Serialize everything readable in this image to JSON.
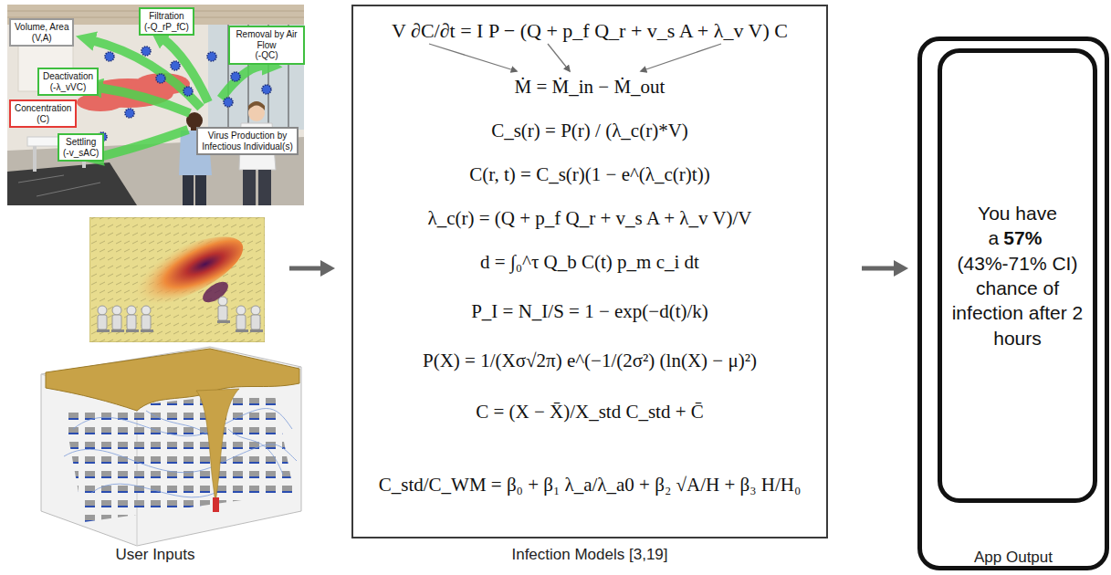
{
  "diagram": {
    "nodes": [
      {
        "text": [
          "User Inputs"
        ]
      },
      {
        "text": [
          "Volume, Area",
          "(V,A)"
        ],
        "in": 0
      },
      {
        "text": [
          "Filtration",
          "(-Q_rP_fC)"
        ],
        "in": 0
      },
      {
        "text": [
          "Removal by Air Flow",
          "(-QC)"
        ],
        "in": 0
      },
      {
        "text": [
          "Deactivation",
          "(-λ_vVC)"
        ],
        "in": 0
      },
      {
        "text": [
          "Concentration",
          "(C)"
        ],
        "in": 0
      },
      {
        "text": [
          "Settling",
          "(-v_sAC)"
        ],
        "in": 0
      },
      {
        "text": [
          "Virus Production by Infectious Individual(s)"
        ],
        "in": 0
      },
      {
        "text": [
          "V ∂C/∂t = I P − (Q + p_f Q_r + v_s A + λ_v V) C",
          "Ṁ = Ṁ_in − Ṁ_out",
          "C_s(r) = P(r) / (λ_c(r)*V)",
          "C(r, t) = C_s(r)(1 − e^(λ_c(r)t))",
          "λ_c(r) = (Q + p_f Q_r + v_s A + λ_v V)/V",
          "d = ∫₀^τ Q_b C(t) p_m c_i dt",
          "P_I = N_I/S = 1 − exp(−d(t)/k)",
          "P(X) = 1/(Xσ√2π) e^(−1/(2σ²) (ln(X) − μ)²)",
          "C = (X − X̄)/X_std C_std + C̄",
          "C_std/C_WM = β₀ + β₁ λ_a/λ_a0 + β₂ √A/H + β₃ H/H₀",
          "Infection Models [3,19]"
        ]
      },
      {
        "text": [
          "You have a",
          "57%",
          "(43%-71% CI) chance of infection after 2 hours",
          "App Output"
        ]
      }
    ],
    "edges": [
      {
        "from": 0,
        "to": 8,
        "arrow": "to"
      },
      {
        "from": 8,
        "to": 9,
        "arrow": "to"
      }
    ]
  }
}
